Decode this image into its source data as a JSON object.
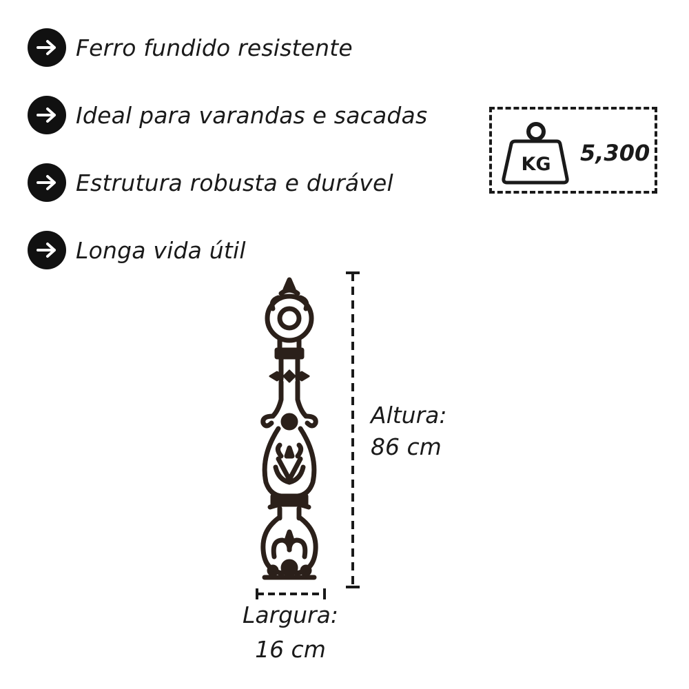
{
  "features": [
    {
      "icon": "arrow-right-icon",
      "text": "Ferro fundido resistente"
    },
    {
      "icon": "arrow-right-icon",
      "text": "Ideal para varandas e sacadas"
    },
    {
      "icon": "arrow-right-icon",
      "text": "Estrutura robusta e durável"
    },
    {
      "icon": "arrow-right-icon",
      "text": "Longa vida útil"
    }
  ],
  "weight": {
    "icon": "kg-weight-icon",
    "unit": "KG",
    "value": "5,300"
  },
  "dimensions": {
    "height_label": "Altura:",
    "height_value": "86 cm",
    "width_label": "Largura:",
    "width_value": "16 cm"
  },
  "colors": {
    "ink": "#1a1a1a",
    "iron": "#2b201a",
    "background": "#ffffff"
  }
}
